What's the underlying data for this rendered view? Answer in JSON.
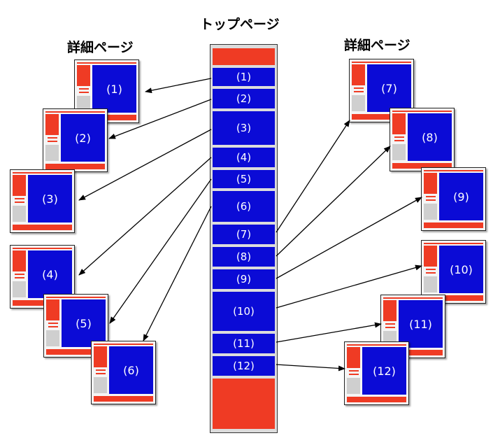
{
  "titles": {
    "top": "トップページ",
    "left": "詳細ページ",
    "right": "詳細ページ"
  },
  "sections": [
    "(1)",
    "(2)",
    "(3)",
    "(4)",
    "(5)",
    "(6)",
    "(7)",
    "(8)",
    "(9)",
    "(10)",
    "(11)",
    "(12)"
  ],
  "details": [
    "(1)",
    "(2)",
    "(3)",
    "(4)",
    "(5)",
    "(6)",
    "(7)",
    "(8)",
    "(9)",
    "(10)",
    "(11)",
    "(12)"
  ],
  "colors": {
    "header": "#ef3b24",
    "section": "#0b0bd6",
    "arrow": "#000000"
  }
}
